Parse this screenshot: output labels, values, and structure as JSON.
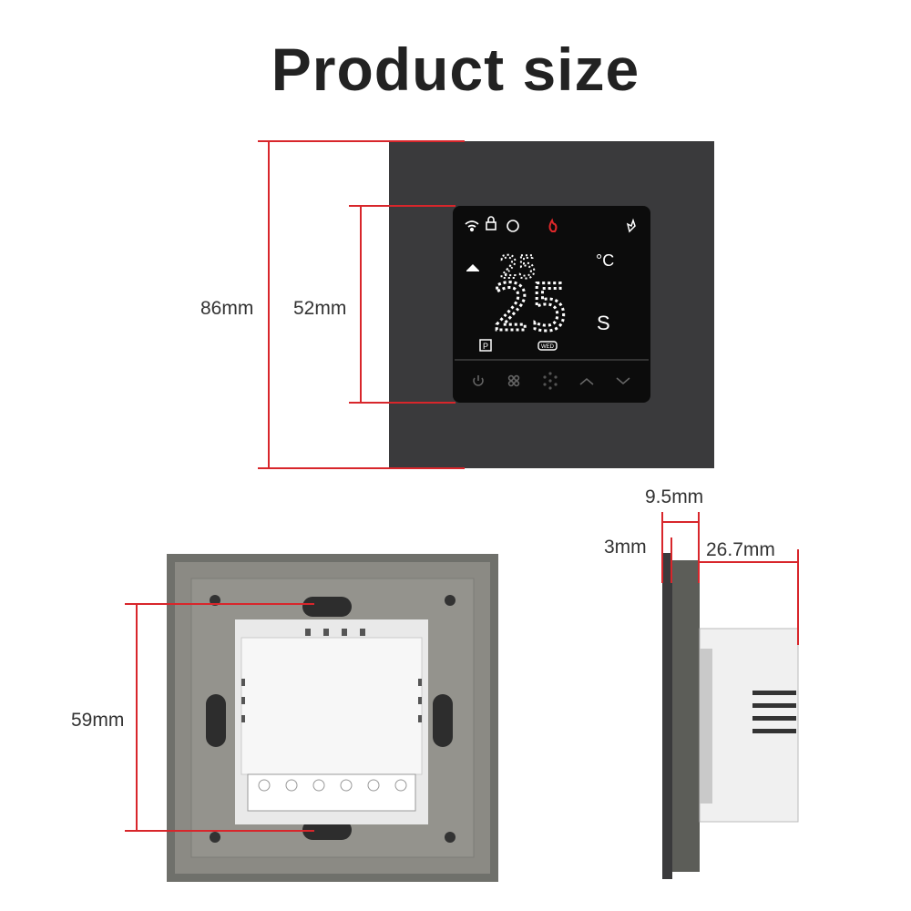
{
  "title": "Product size",
  "front_view": {
    "height_outer": "86mm",
    "height_screen": "52mm",
    "display": {
      "temperature_large": "25",
      "temperature_small": "25",
      "unit": "°C",
      "mode_letter": "S",
      "day_badge": "WED",
      "program_letter": "P"
    }
  },
  "back_view": {
    "height_mount": "59mm"
  },
  "side_view": {
    "total_depth_front": "9.5mm",
    "plate_thickness": "3mm",
    "body_depth": "26.7mm"
  },
  "colors": {
    "dimension_line": "#d8262b",
    "panel": "#3a3a3c",
    "back_plate": "#8b8a84"
  }
}
